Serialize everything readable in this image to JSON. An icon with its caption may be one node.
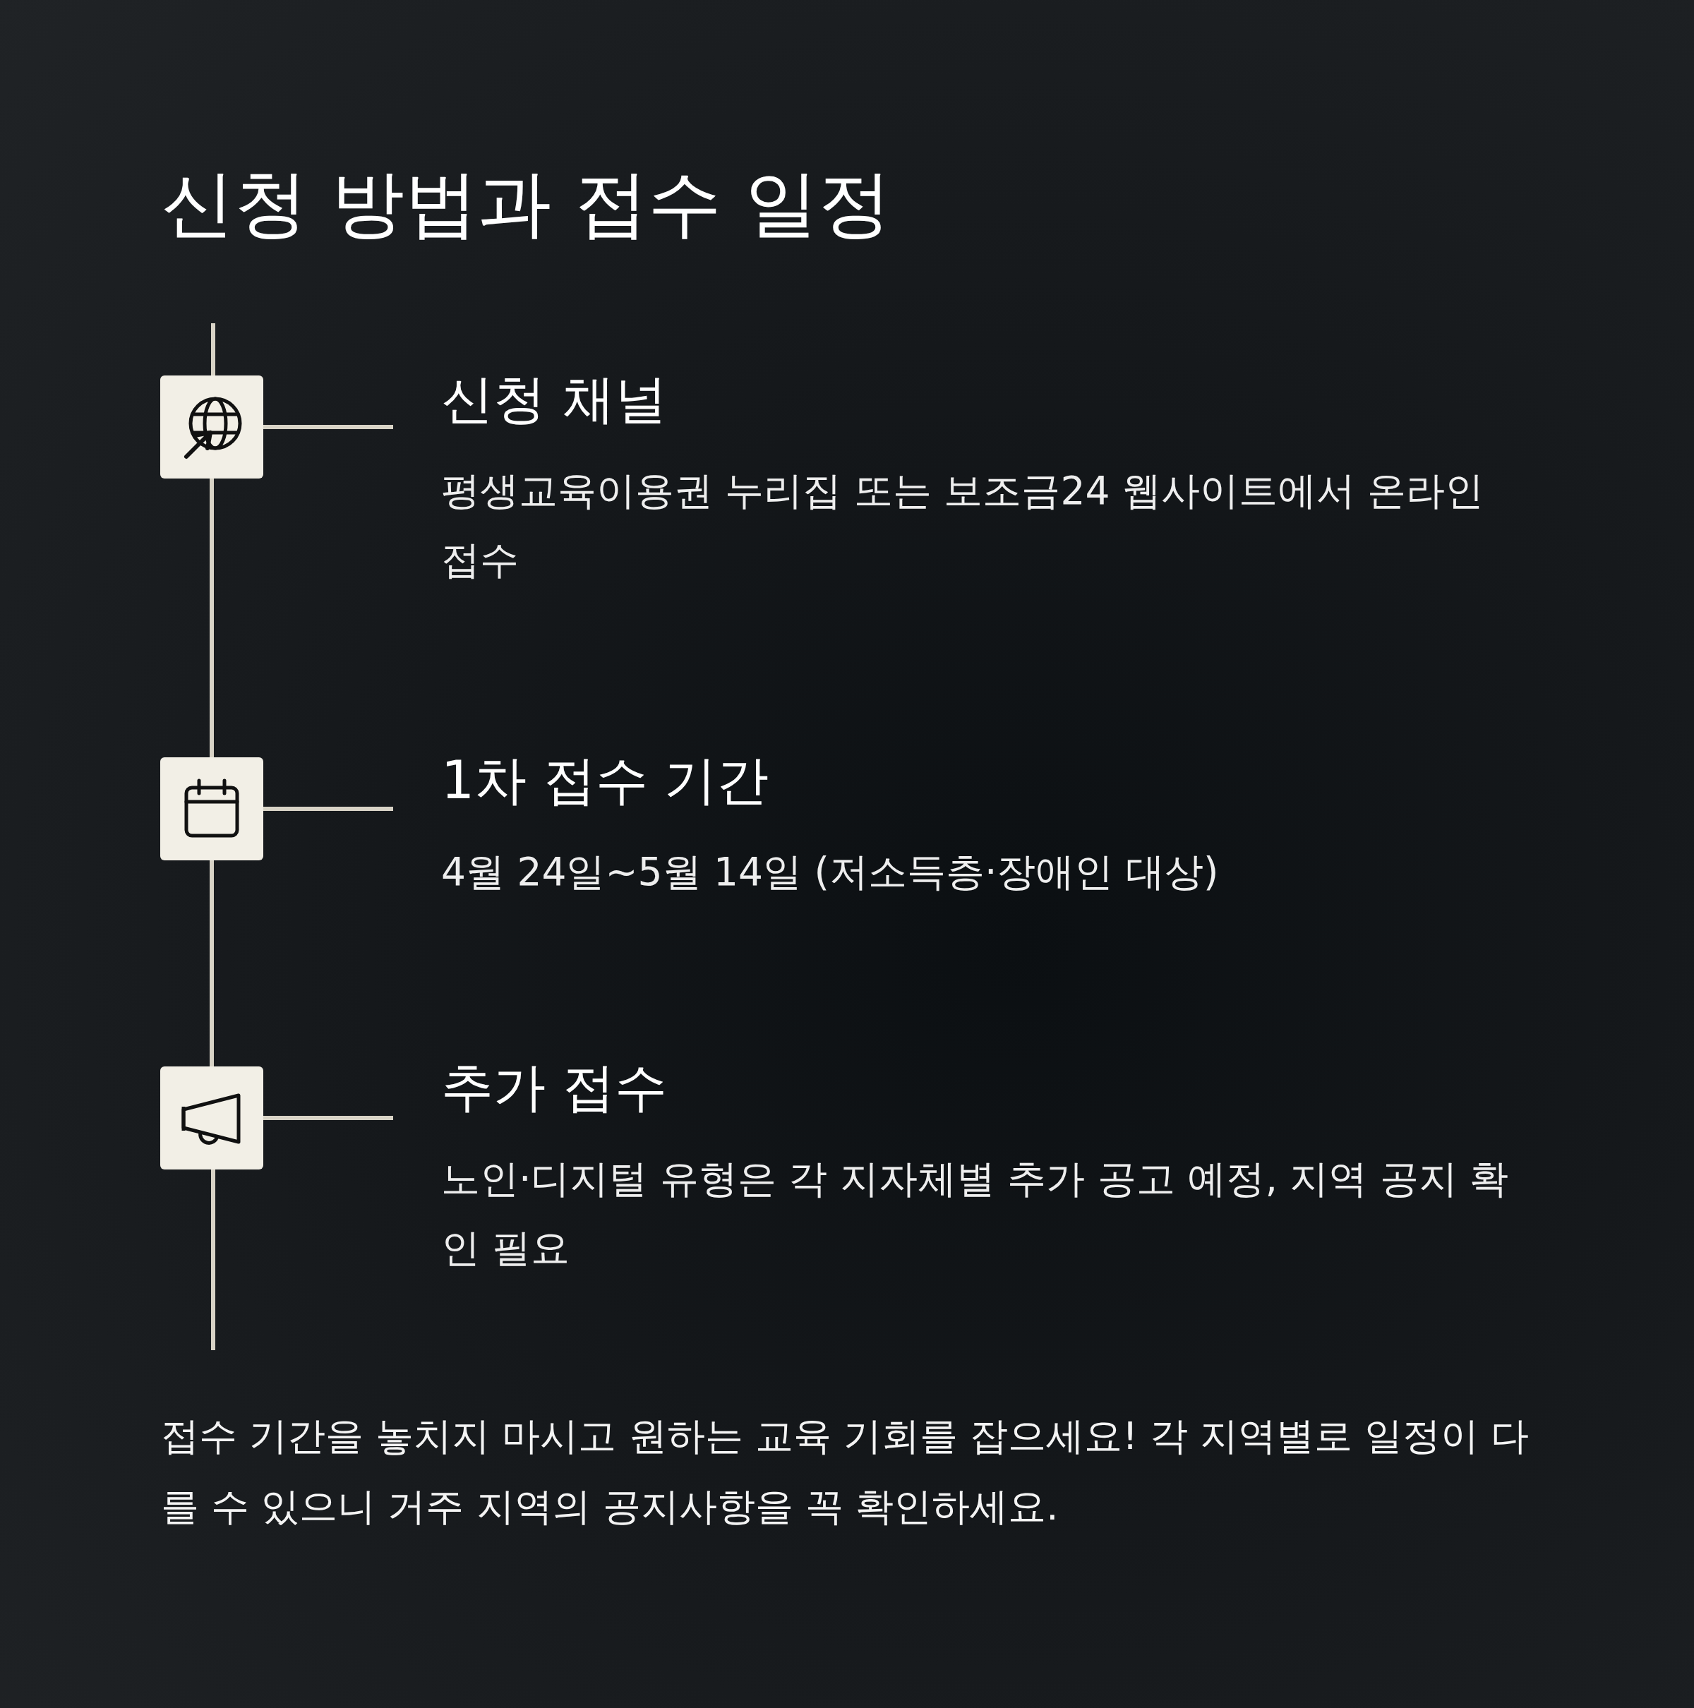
{
  "diagram": {
    "title": "신청 방법과 접수 일정",
    "nodes": [
      {
        "text": [],
        "shape": "box"
      },
      {
        "text": [
          "신청 채널",
          "평생교육이용권 누리집 또는 보조금24 웹사이트에서 온라인 접수"
        ]
      },
      {
        "text": [],
        "shape": "box"
      },
      {
        "text": [
          "1차 접수 기간",
          "4월 24일~5월 14일 (저소득층·장애인 대상)"
        ]
      },
      {
        "text": [],
        "shape": "box"
      },
      {
        "text": [
          "추가 접수",
          "노인·디지털 유형은 각 지자체별 추가 공고 예정, 지역 공지 확인 필요"
        ]
      }
    ],
    "edges": [
      {
        "from": 0,
        "to": 1,
        "arrow": "none"
      },
      {
        "from": 2,
        "to": 3,
        "arrow": "none"
      },
      {
        "from": 4,
        "to": 5,
        "arrow": "none"
      },
      {
        "from": 0,
        "to": 2,
        "arrow": "none"
      },
      {
        "from": 2,
        "to": 4,
        "arrow": "none"
      }
    ],
    "labels": [
      "접수 기간을 놓치지 마시고 원하는 교육 기회를 잡으세요! 각 지역별로 일정이 다를 수 있으니 거주 지역의 공지사항을 꼭 확인하세요."
    ]
  }
}
